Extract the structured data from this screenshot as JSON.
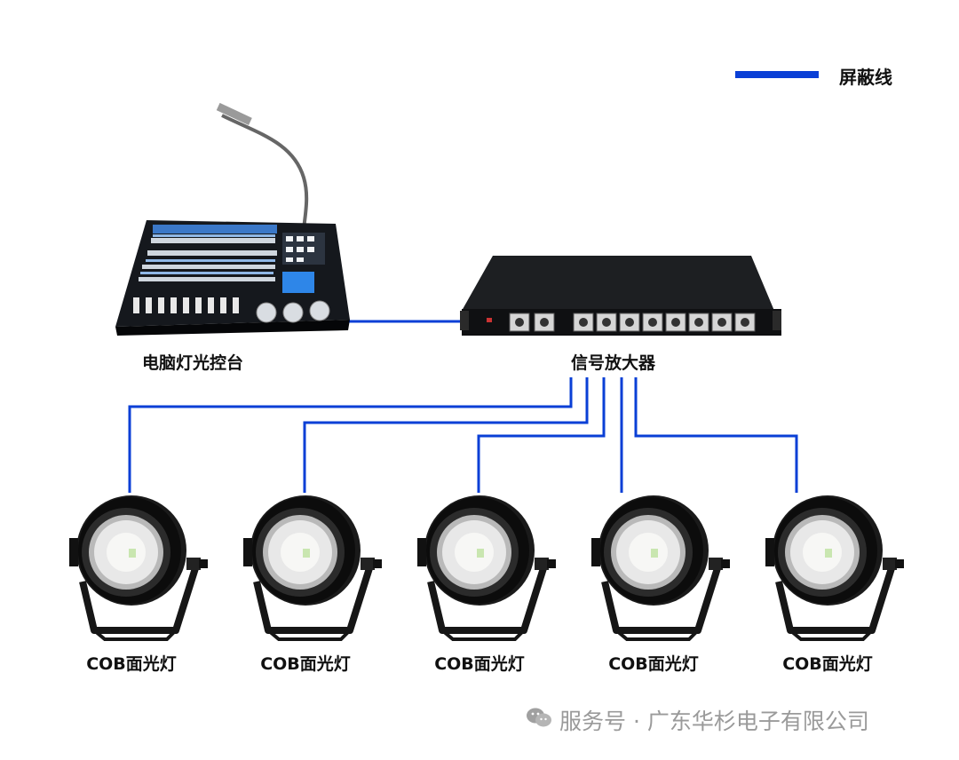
{
  "legend": {
    "label": "屏蔽线",
    "color": "#0a3fd6"
  },
  "devices": {
    "console_label": "电脑灯光控台",
    "amplifier_label": "信号放大器"
  },
  "fixtures": [
    {
      "label": "COB面光灯"
    },
    {
      "label": "COB面光灯"
    },
    {
      "label": "COB面光灯"
    },
    {
      "label": "COB面光灯"
    },
    {
      "label": "COB面光灯"
    }
  ],
  "watermark": {
    "text": "服务号 · 广东华杉电子有限公司",
    "icon": "wechat-icon"
  }
}
